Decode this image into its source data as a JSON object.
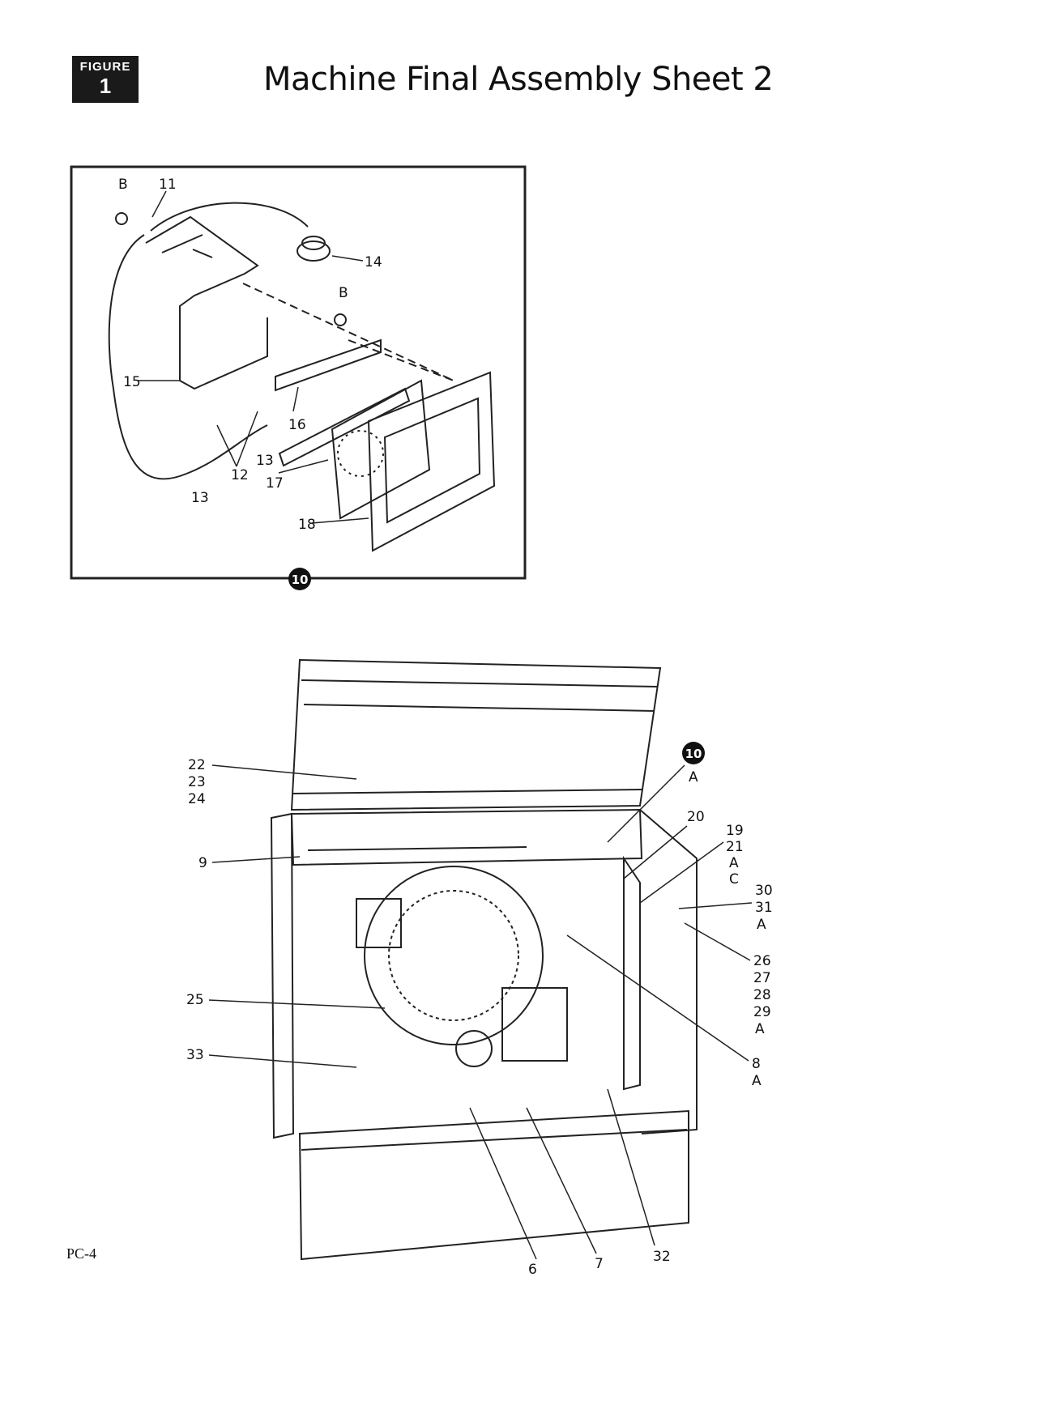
{
  "badge": {
    "word": "FIGURE",
    "number": "1"
  },
  "title": "Machine Final Assembly   Sheet 2",
  "page_code": "PC-4",
  "detail_marker": "10",
  "detail_labels": [
    "B",
    "11",
    "14",
    "B",
    "15",
    "16",
    "12",
    "13",
    "13",
    "17",
    "18"
  ],
  "main_labels": {
    "callout_10": [
      "A"
    ],
    "g22": [
      "22",
      "23",
      "24"
    ],
    "g9": [
      "9"
    ],
    "g20": [
      "20"
    ],
    "g19": [
      "19",
      "21",
      "A",
      "C"
    ],
    "g30": [
      "30",
      "31",
      "A"
    ],
    "g26": [
      "26",
      "27",
      "28",
      "29",
      "A"
    ],
    "g25": [
      "25"
    ],
    "g33": [
      "33"
    ],
    "g8": [
      "8",
      "A"
    ],
    "g6": [
      "6"
    ],
    "g7": [
      "7"
    ],
    "g32": [
      "32"
    ]
  }
}
